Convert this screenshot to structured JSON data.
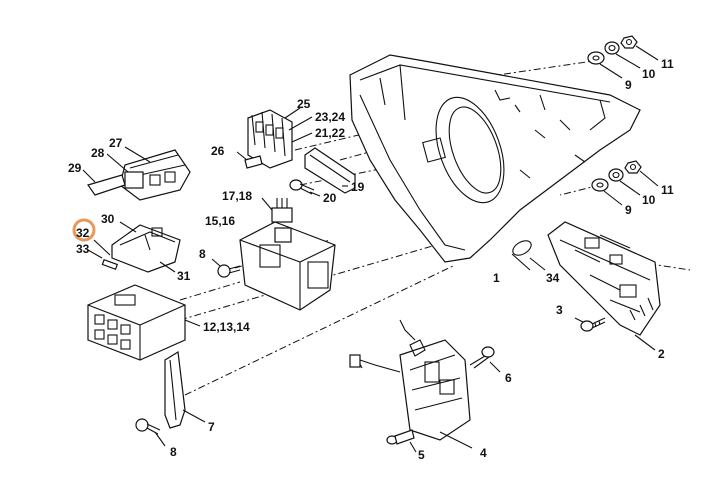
{
  "diagram": {
    "highlight_color": "#e8863a",
    "labels": {
      "l1": "1",
      "l2": "2",
      "l3": "3",
      "l4": "4",
      "l5": "5",
      "l6": "6",
      "l7": "7",
      "l8a": "8",
      "l8b": "8",
      "l9a": "9",
      "l9b": "9",
      "l10a": "10",
      "l10b": "10",
      "l11a": "11",
      "l11b": "11",
      "l12": "12,13,14",
      "l15": "15,16",
      "l17": "17,18",
      "l19": "19",
      "l20": "20",
      "l21": "21,22",
      "l23": "23,24",
      "l25": "25",
      "l26": "26",
      "l27": "27",
      "l28": "28",
      "l29": "29",
      "l30": "30",
      "l31": "31",
      "l32": "32",
      "l33": "33",
      "l34": "34"
    }
  }
}
